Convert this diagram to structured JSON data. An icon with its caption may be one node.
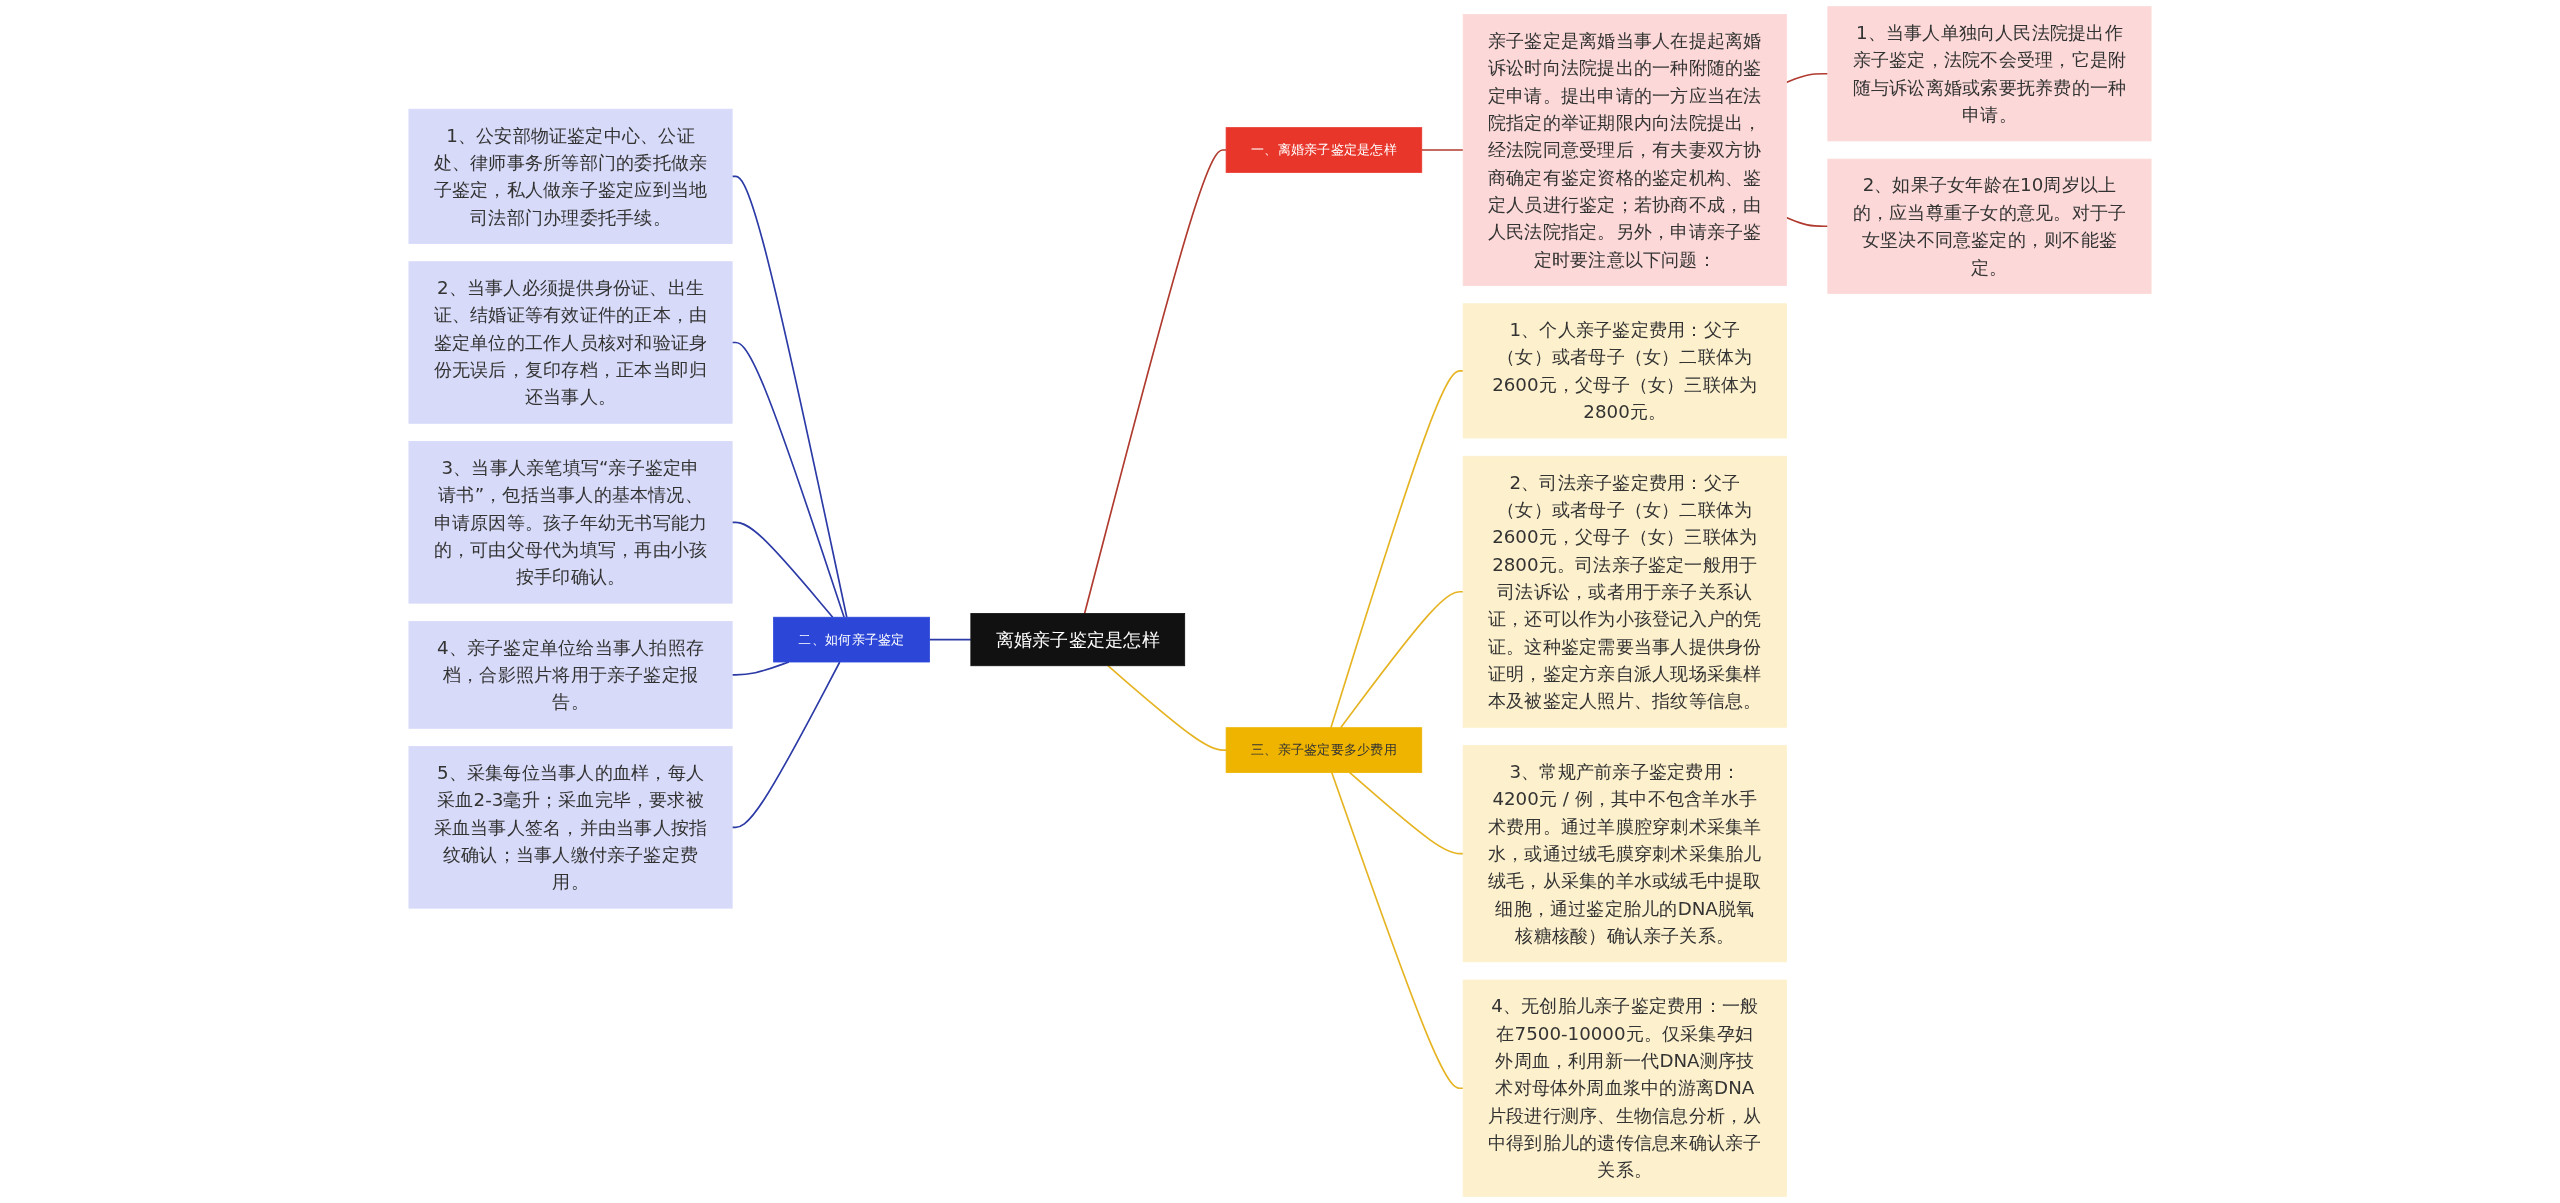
{
  "diagram": {
    "nodes": [
      {
        "text": [
          "离婚亲子鉴定是怎样"
        ]
      },
      {
        "text": [
          "一、离婚亲子鉴定是怎样"
        ]
      },
      {
        "text": [
          "亲子鉴定是离婚当事人在提起离婚诉讼时向法院提出的一种附随的鉴定申请。提出申请的一方应当在法院指定的举证期限内向法院提出，经法院同意受理后，有夫妻双方协商确定有鉴定资格的鉴定机构、鉴定人员进行鉴定；若协商不成，由人民法院指定。另外，申请亲子鉴定时要注意以下问题："
        ]
      },
      {
        "text": [
          "1、当事人单独向人民法院提出作亲子鉴定，法院不会受理，它是附随与诉讼离婚或索要抚养费的一种申请。"
        ]
      },
      {
        "text": [
          "2、如果子女年龄在10周岁以上的，应当尊重子女的意见。对于子女坚决不同意鉴定的，则不能鉴定。"
        ]
      },
      {
        "text": [
          "二、如何亲子鉴定"
        ]
      },
      {
        "text": [
          "1、公安部物证鉴定中心、公证处、律师事务所等部门的委托做亲子鉴定，私人做亲子鉴定应到当地司法部门办理委托手续。"
        ]
      },
      {
        "text": [
          "2、当事人必须提供身份证、出生证、结婚证等有效证件的正本，由鉴定单位的工作人员核对和验证身份无误后，复印存档，正本当即归还当事人。"
        ]
      },
      {
        "text": [
          "3、当事人亲笔填写“亲子鉴定申请书”，包括当事人的基本情况、申请原因等。孩子年幼无书写能力的，可由父母代为填写，再由小孩按手印确认。"
        ]
      },
      {
        "text": [
          "4、亲子鉴定单位给当事人拍照存档，合影照片将用于亲子鉴定报告。"
        ]
      },
      {
        "text": [
          "5、采集每位当事人的血样，每人采血2-3毫升；采血完毕，要求被采血当事人签名，并由当事人按指纹确认；当事人缴付亲子鉴定费用。"
        ]
      },
      {
        "text": [
          "三、亲子鉴定要多少费用"
        ]
      },
      {
        "text": [
          "1、个人亲子鉴定费用：父子（女）或者母子（女）二联体为2600元，父母子（女）三联体为2800元。"
        ]
      },
      {
        "text": [
          "2、司法亲子鉴定费用：父子（女）或者母子（女）二联体为2600元，父母子（女）三联体为2800元。司法亲子鉴定一般用于司法诉讼，或者用于亲子关系认证，还可以作为小孩登记入户的凭证。这种鉴定需要当事人提供身份证明，鉴定方亲自派人现场采集样本及被鉴定人照片、指纹等信息。"
        ]
      },
      {
        "text": [
          "3、常规产前亲子鉴定费用：4200元 / 例，其中不包含羊水手术费用。通过羊膜腔穿刺术采集羊水，或通过绒毛膜穿刺术采集胎儿绒毛，从采集的羊水或绒毛中提取细胞，通过鉴定胎儿的DNA脱氧核糖核酸）确认亲子关系。"
        ]
      },
      {
        "text": [
          "4、无创胎儿亲子鉴定费用：一般在7500-10000元。仅采集孕妇外周血，利用新一代DNA测序技术对母体外周血浆中的游离DNA片段进行测序、生物信息分析，从中得到胎儿的遗传信息来确认亲子关系。"
        ]
      }
    ],
    "edges": [
      {
        "from": 0,
        "to": 1,
        "arrow": "none",
        "color": "#b03a2e"
      },
      {
        "from": 1,
        "to": 2,
        "arrow": "none",
        "color": "#b03a2e"
      },
      {
        "from": 2,
        "to": 3,
        "arrow": "none",
        "color": "#b03a2e"
      },
      {
        "from": 2,
        "to": 4,
        "arrow": "none",
        "color": "#b03a2e"
      },
      {
        "from": 0,
        "to": 5,
        "arrow": "none"
      },
      {
        "from": 5,
        "to": 6,
        "arrow": "none"
      },
      {
        "from": 5,
        "to": 7,
        "arrow": "none"
      },
      {
        "from": 5,
        "to": 8,
        "arrow": "none"
      },
      {
        "from": 5,
        "to": 9,
        "arrow": "none"
      },
      {
        "from": 5,
        "to": 10,
        "arrow": "none"
      },
      {
        "from": 0,
        "to": 11,
        "arrow": "none",
        "color": "#e6b422"
      },
      {
        "from": 11,
        "to": 12,
        "arrow": "none",
        "color": "#e6b422"
      },
      {
        "from": 11,
        "to": 13,
        "arrow": "none",
        "color": "#e6b422"
      },
      {
        "from": 11,
        "to": 14,
        "arrow": "none",
        "color": "#e6b422"
      },
      {
        "from": 11,
        "to": 15,
        "arrow": "none",
        "color": "#e6b422"
      }
    ]
  }
}
